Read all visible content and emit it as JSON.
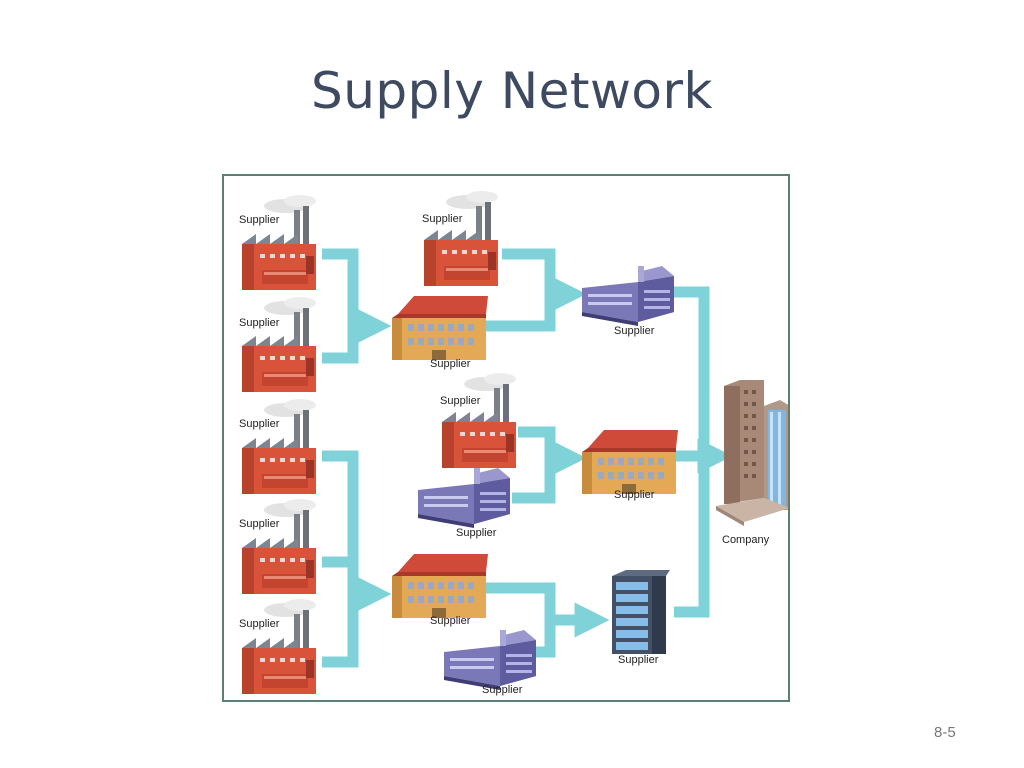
{
  "slide": {
    "title": "Supply Network",
    "page_number": "8-5"
  },
  "diagram": {
    "node_label_supplier": "Supplier",
    "node_label_company": "Company",
    "colors": {
      "arrow": "#7fd3d8",
      "factory_red": "#d9533a",
      "warehouse_orange": "#e4a957",
      "roof_red": "#cf4a38",
      "office_purple": "#7b78b8",
      "tower_brown": "#a88876",
      "glass_blue": "#7fb6e3",
      "border": "#5c7f72"
    }
  }
}
